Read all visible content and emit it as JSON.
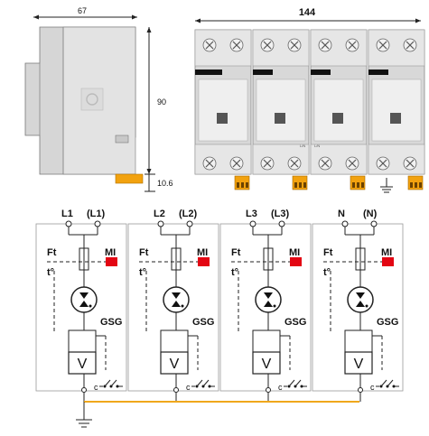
{
  "dimensions": {
    "width_side": "67",
    "width_front": "144",
    "height": "90",
    "offset": "10.6"
  },
  "module_small_text": [
    "L/N",
    "L/N"
  ],
  "circuit": {
    "channels": [
      {
        "terminal_in": "L1",
        "terminal_out": "(L1)"
      },
      {
        "terminal_in": "L2",
        "terminal_out": "(L2)"
      },
      {
        "terminal_in": "L3",
        "terminal_out": "(L3)"
      },
      {
        "terminal_in": "N",
        "terminal_out": "(N)"
      }
    ],
    "labels": {
      "ft": "Ft",
      "mi": "MI",
      "temp": "t°",
      "gsg": "GSG",
      "varistor": "V",
      "contact": "c"
    }
  },
  "colors": {
    "mi_indicator": "#e30613",
    "bus_wire": "#f0a81c",
    "device_body": "#d9d9d9",
    "device_light": "#ececec",
    "terminal_orange": "#f2a20f"
  }
}
